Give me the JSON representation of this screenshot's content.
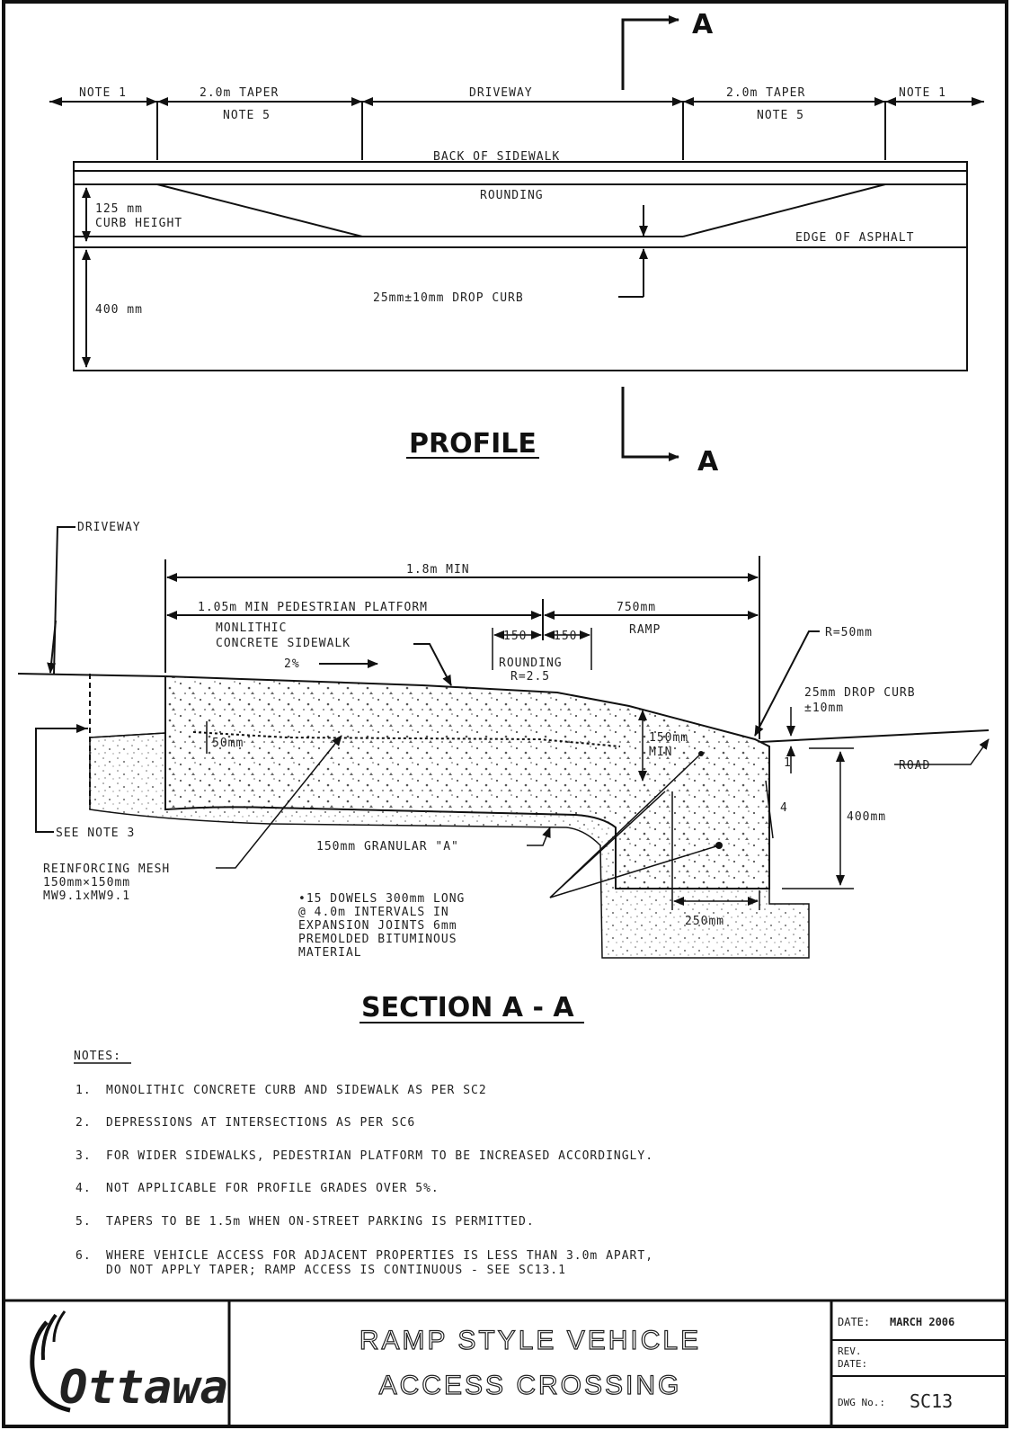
{
  "section_marker": "A",
  "profile": {
    "title": "PROFILE",
    "note1_left": "NOTE 1",
    "taper_left": "2.0m TAPER",
    "note5_left": "NOTE 5",
    "driveway": "DRIVEWAY",
    "taper_right": "2.0m TAPER",
    "note5_right": "NOTE 5",
    "note1_right": "NOTE 1",
    "back_of_sidewalk": "BACK OF SIDEWALK",
    "rounding": "ROUNDING",
    "curb_height_value": "125 mm",
    "curb_height_label": "CURB HEIGHT",
    "edge_of_asphalt": "EDGE OF ASPHALT",
    "depth": "400 mm",
    "drop_curb": "25mm±10mm DROP CURB"
  },
  "section": {
    "title": "SECTION A - A",
    "driveway": "DRIVEWAY",
    "min_width": "1.8m MIN",
    "platform": "1.05m MIN PEDESTRIAN PLATFORM",
    "ramp_value": "750mm",
    "ramp_label": "RAMP",
    "sidewalk_line1": "MONLITHIC",
    "sidewalk_line2": "CONCRETE SIDEWALK",
    "slope": "2%",
    "round_a": "150",
    "round_b": "150",
    "rounding_line1": "ROUNDING",
    "rounding_line2": "R=2.5",
    "radius": "R=50mm",
    "drop_curb_line1": "25mm DROP CURB",
    "drop_curb_line2": "±10mm",
    "thickness_line1": "150mm",
    "thickness_line2": "MIN",
    "cover": "50mm",
    "road": "ROAD",
    "slope_ratio": "4",
    "slope_ratio_base": "1",
    "curb_depth": "400mm",
    "see_note": "SEE NOTE 3",
    "granular": "150mm GRANULAR \"A\"",
    "mesh_line1": "REINFORCING MESH",
    "mesh_line2": "150mm×150mm",
    "mesh_line3": "MW9.1xMW9.1",
    "dowels_line1": "•15 DOWELS 300mm LONG",
    "dowels_line2": "@ 4.0m INTERVALS IN",
    "dowels_line3": "EXPANSION JOINTS 6mm",
    "dowels_line4": "PREMOLDED BITUMINOUS",
    "dowels_line5": "MATERIAL",
    "curb_width": "250mm"
  },
  "notes": {
    "heading": "NOTES:",
    "items": [
      {
        "num": "1.",
        "text": "MONOLITHIC CONCRETE CURB AND SIDEWALK AS PER SC2"
      },
      {
        "num": "2.",
        "text": "DEPRESSIONS AT INTERSECTIONS AS PER SC6"
      },
      {
        "num": "3.",
        "text": "FOR WIDER SIDEWALKS, PEDESTRIAN PLATFORM TO BE INCREASED ACCORDINGLY."
      },
      {
        "num": "4.",
        "text": "NOT APPLICABLE FOR PROFILE GRADES OVER 5%."
      },
      {
        "num": "5.",
        "text": "TAPERS TO BE 1.5m WHEN ON-STREET PARKING IS PERMITTED."
      },
      {
        "num": "6.",
        "text": "WHERE VEHICLE ACCESS FOR ADJACENT PROPERTIES IS LESS THAN 3.0m APART,",
        "text2": "DO NOT APPLY TAPER; RAMP ACCESS IS CONTINUOUS - SEE SC13.1"
      }
    ]
  },
  "title_block": {
    "logo": "Ottawa",
    "title_line1": "RAMP STYLE VEHICLE",
    "title_line2": "ACCESS CROSSING",
    "date_label": "DATE:",
    "date_value": "MARCH 2006",
    "rev_label_1": "REV.",
    "rev_label_2": "DATE:",
    "dwg_label": "DWG No.:",
    "dwg_value": "SC13"
  }
}
